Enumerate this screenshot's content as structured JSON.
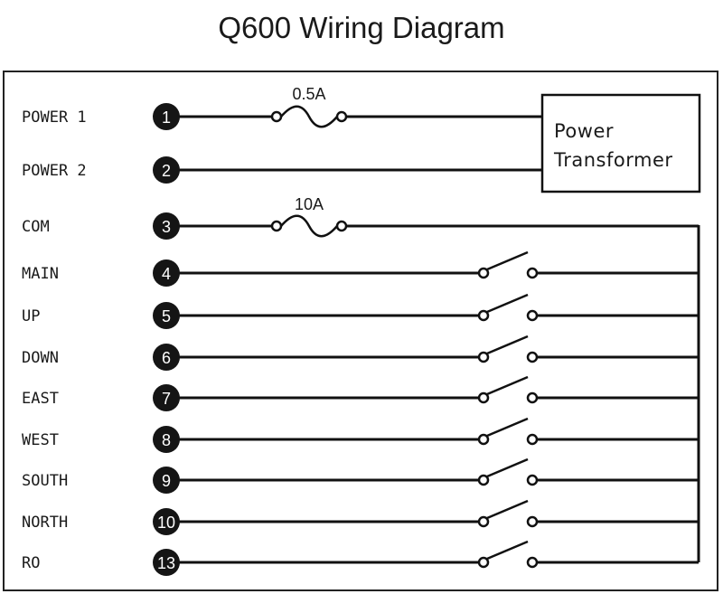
{
  "title": "Q600 Wiring Diagram",
  "transformer": {
    "line1": "Power",
    "line2": "Transformer"
  },
  "fuses": {
    "f1": "0.5A",
    "f2": "10A"
  },
  "terminals": [
    {
      "num": "1",
      "label": "POWER 1"
    },
    {
      "num": "2",
      "label": "POWER 2"
    },
    {
      "num": "3",
      "label": "COM"
    },
    {
      "num": "4",
      "label": "MAIN"
    },
    {
      "num": "5",
      "label": "UP"
    },
    {
      "num": "6",
      "label": "DOWN"
    },
    {
      "num": "7",
      "label": "EAST"
    },
    {
      "num": "8",
      "label": "WEST"
    },
    {
      "num": "9",
      "label": "SOUTH"
    },
    {
      "num": "10",
      "label": "NORTH"
    },
    {
      "num": "13",
      "label": "RO"
    }
  ]
}
